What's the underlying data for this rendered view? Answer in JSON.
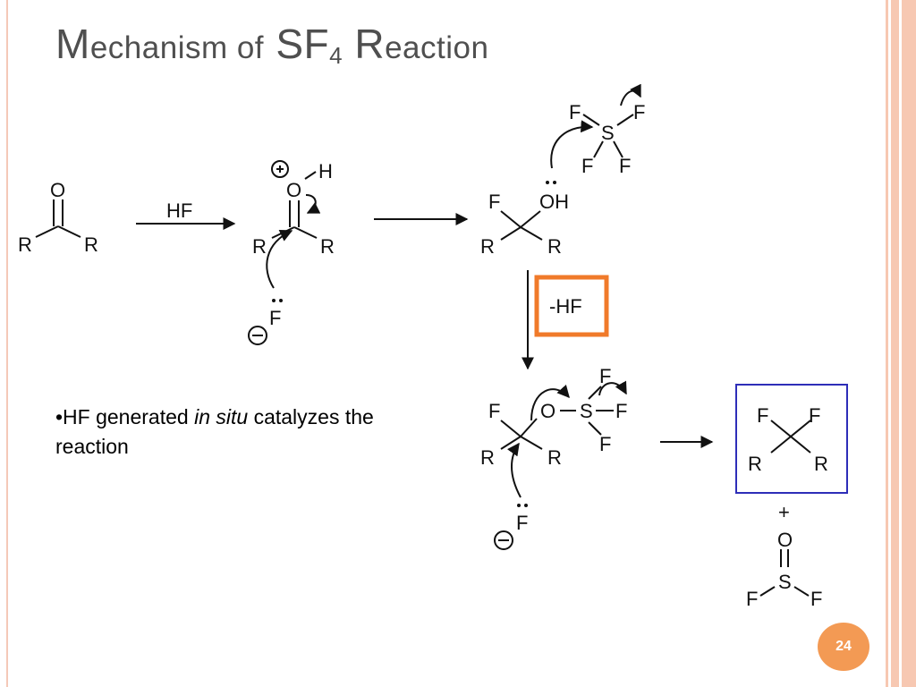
{
  "slide": {
    "title": {
      "part1": "M",
      "part2": "echanism of",
      "part3": "SF",
      "part4": "4",
      "part5": "R",
      "part6": "eaction"
    },
    "bullet": {
      "prefix": "•HF generated ",
      "italic": "in situ",
      "suffix": " catalyzes the reaction"
    },
    "page_number": "24"
  },
  "scheme": {
    "step1_reagent": "HF",
    "step3_reagent": "-HF",
    "plus": "+",
    "atoms": {
      "O": "O",
      "R": "R",
      "H": "H",
      "F": "F",
      "S": "S",
      "OH": "OH",
      "plus_charge": "+",
      "minus_charge": "−"
    }
  },
  "colors": {
    "accent_orange": "#f39a54",
    "highlight_orange": "#f07a2a",
    "product_box_blue": "#2e2eb8",
    "title_gray": "#4f4f4f",
    "stripe_peach": "#f7c8b2"
  }
}
